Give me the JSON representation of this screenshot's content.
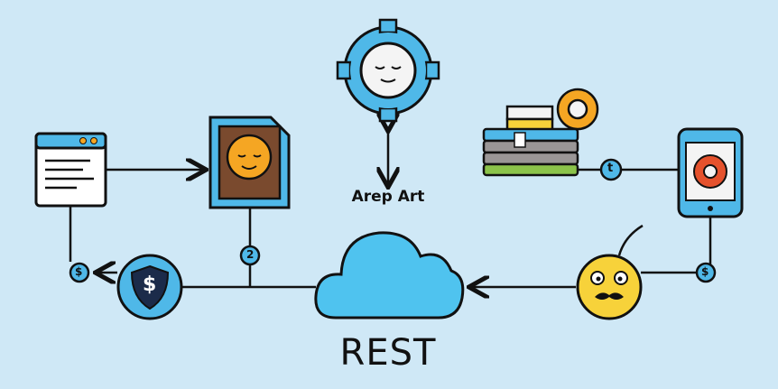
{
  "labels": {
    "center_label": "Arep Art",
    "cloud_label": "REST"
  },
  "badges": {
    "left_dollar": "$",
    "doc_badge": "2",
    "right_dollar": "$",
    "books_badge": "t",
    "shield": "$"
  },
  "colors": {
    "background": "#cfe8f6",
    "accent_blue": "#4fb8e8",
    "orange": "#f5a623",
    "yellow": "#f7d23a",
    "red": "#e5522d"
  }
}
